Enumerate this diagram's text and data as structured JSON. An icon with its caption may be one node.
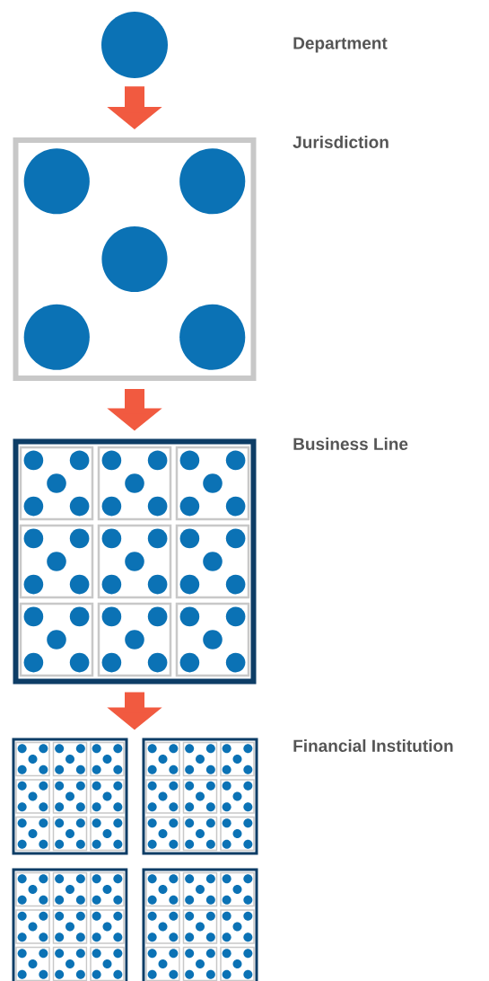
{
  "diagram": {
    "nodes": [
      {
        "text": [],
        "shape": "circle"
      },
      {
        "text": [],
        "shape": "box"
      },
      {
        "text": [],
        "shape": "box"
      },
      {
        "text": [],
        "shape": "box"
      },
      {
        "text": [],
        "shape": "box"
      },
      {
        "text": [],
        "shape": "box"
      },
      {
        "text": [],
        "shape": "box"
      }
    ],
    "edges": [
      {
        "from": 0,
        "to": 1,
        "arrow": "to"
      },
      {
        "from": 1,
        "to": 2,
        "arrow": "to"
      },
      {
        "from": 2,
        "to": 3,
        "arrow": "to"
      }
    ],
    "labels": [
      "Department",
      "Jurisdiction",
      "Business Line",
      "Financial Institution"
    ]
  }
}
